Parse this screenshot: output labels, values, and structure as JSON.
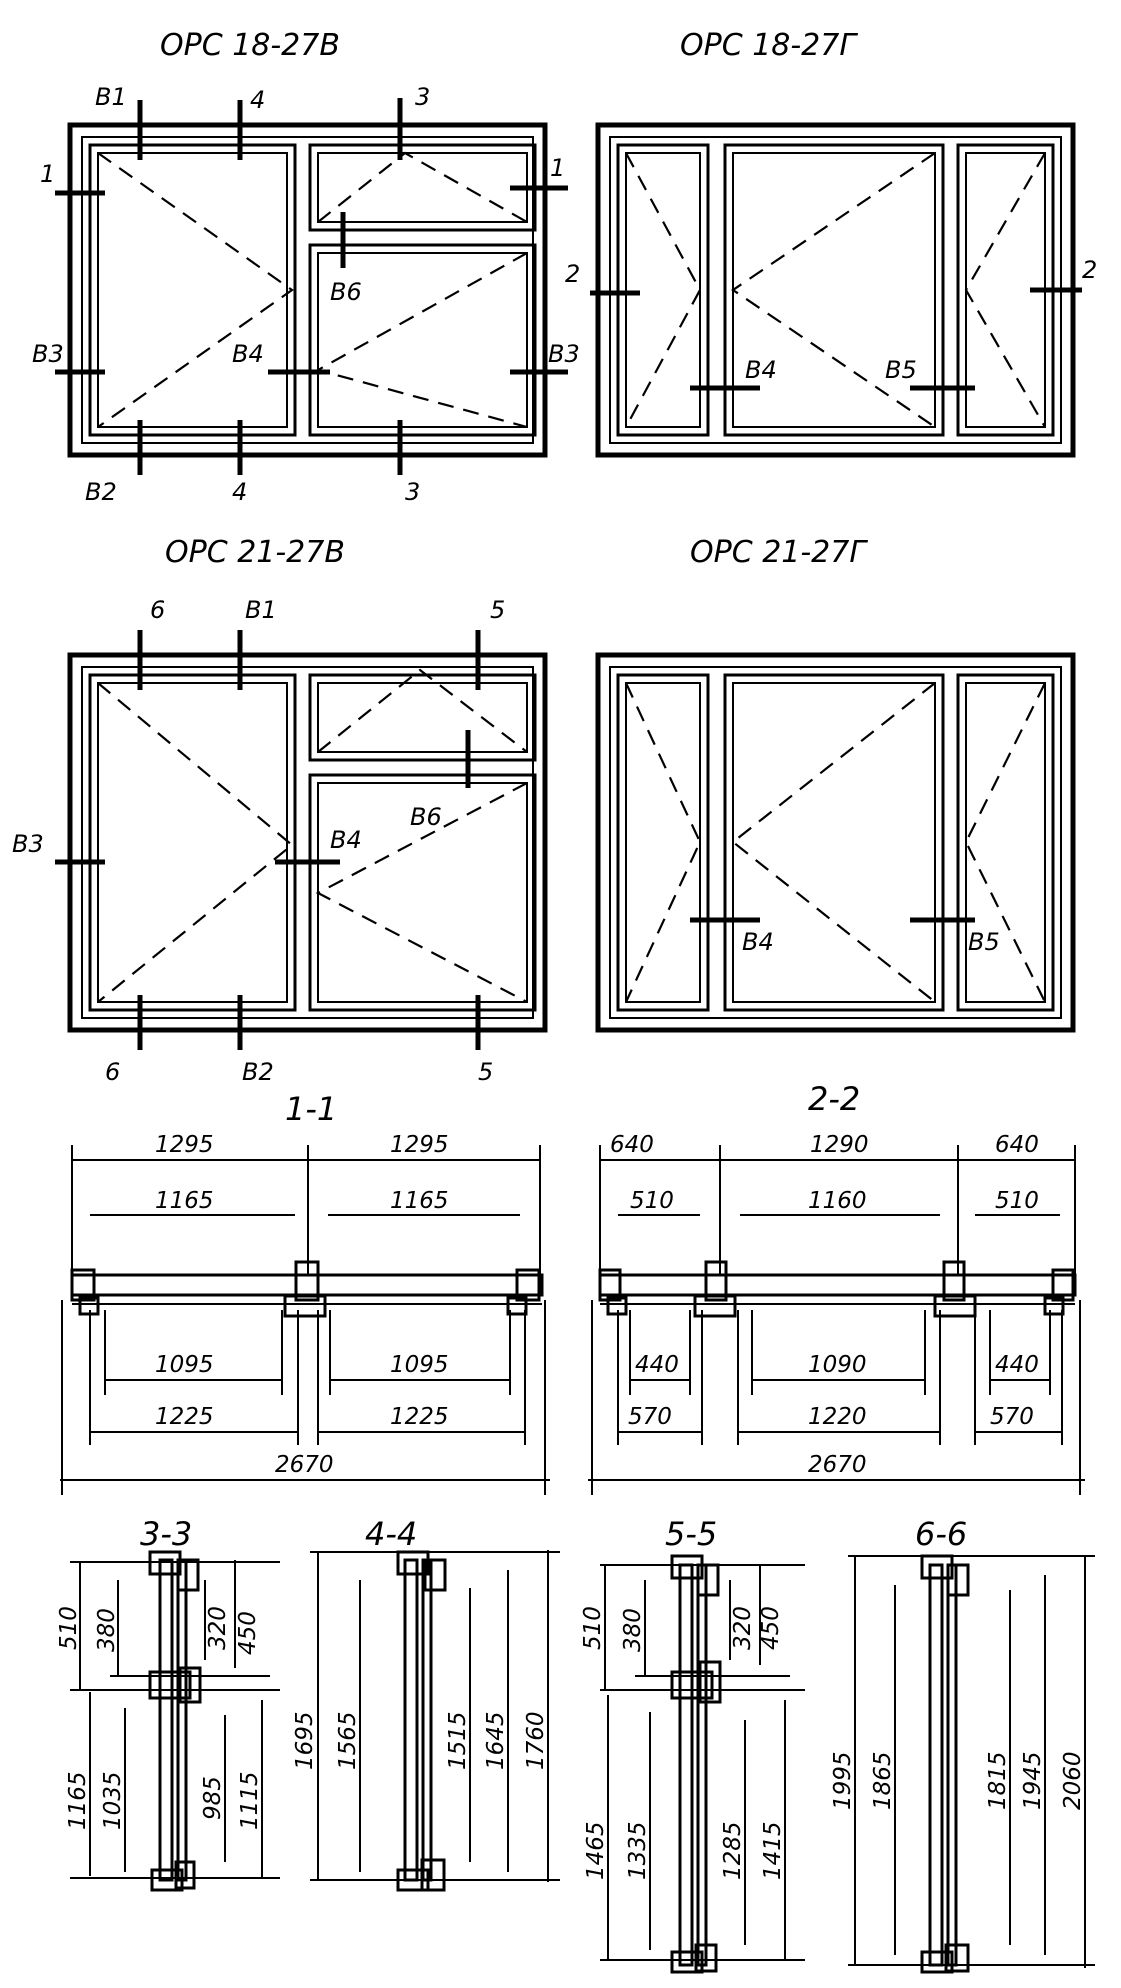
{
  "titles": {
    "top_left": "ОРС 18-27В",
    "top_right": "ОРС 18-27Г",
    "mid_left": "ОРС 21-27В",
    "mid_right": "ОРС 21-27Г"
  },
  "marks_18v": {
    "b1": "В1",
    "n4_top": "4",
    "n3_top": "3",
    "n1_left": "1",
    "n1_right": "1",
    "b6": "В6",
    "b3_left": "В3",
    "b4": "В4",
    "b3_right": "В3",
    "b2": "В2",
    "n4_bot": "4",
    "n3_bot": "3"
  },
  "marks_18g": {
    "n2_left": "2",
    "n2_right": "2",
    "b4": "В4",
    "b5": "В5"
  },
  "marks_21v": {
    "n6_top": "6",
    "b1": "В1",
    "n5_top": "5",
    "b6": "В6",
    "b3": "В3",
    "b4": "В4",
    "n6_bot": "6",
    "b2": "В2",
    "n5_bot": "5"
  },
  "marks_21g": {
    "b4": "В4",
    "b5": "В5"
  },
  "section_labels": {
    "s1": "1-1",
    "s2": "2-2",
    "s3": "3-3",
    "s4": "4-4",
    "s5": "5-5",
    "s6": "6-6"
  },
  "dims_1_1": {
    "w1": "1295",
    "w2": "1295",
    "i1": "1165",
    "i2": "1165",
    "g1": "1095",
    "g2": "1095",
    "s1": "1225",
    "s2": "1225",
    "total": "2670"
  },
  "dims_2_2": {
    "w1": "640",
    "w2": "1290",
    "w3": "640",
    "i1": "510",
    "i2": "1160",
    "i3": "510",
    "g1": "440",
    "g2": "1090",
    "g3": "440",
    "s1": "570",
    "s2": "1220",
    "s3": "570",
    "total": "2670"
  },
  "dims_3_3": {
    "a": "510",
    "b": "380",
    "c": "320",
    "d": "450",
    "e": "1165",
    "f": "1035",
    "g": "985",
    "h": "1115"
  },
  "dims_4_4": {
    "a": "1695",
    "b": "1565",
    "c": "1515",
    "d": "1645",
    "e": "1760"
  },
  "dims_5_5": {
    "a": "510",
    "b": "380",
    "c": "320",
    "d": "450",
    "e": "1465",
    "f": "1335",
    "g": "1285",
    "h": "1415"
  },
  "dims_6_6": {
    "a": "1995",
    "b": "1865",
    "c": "1815",
    "d": "1945",
    "e": "2060"
  }
}
